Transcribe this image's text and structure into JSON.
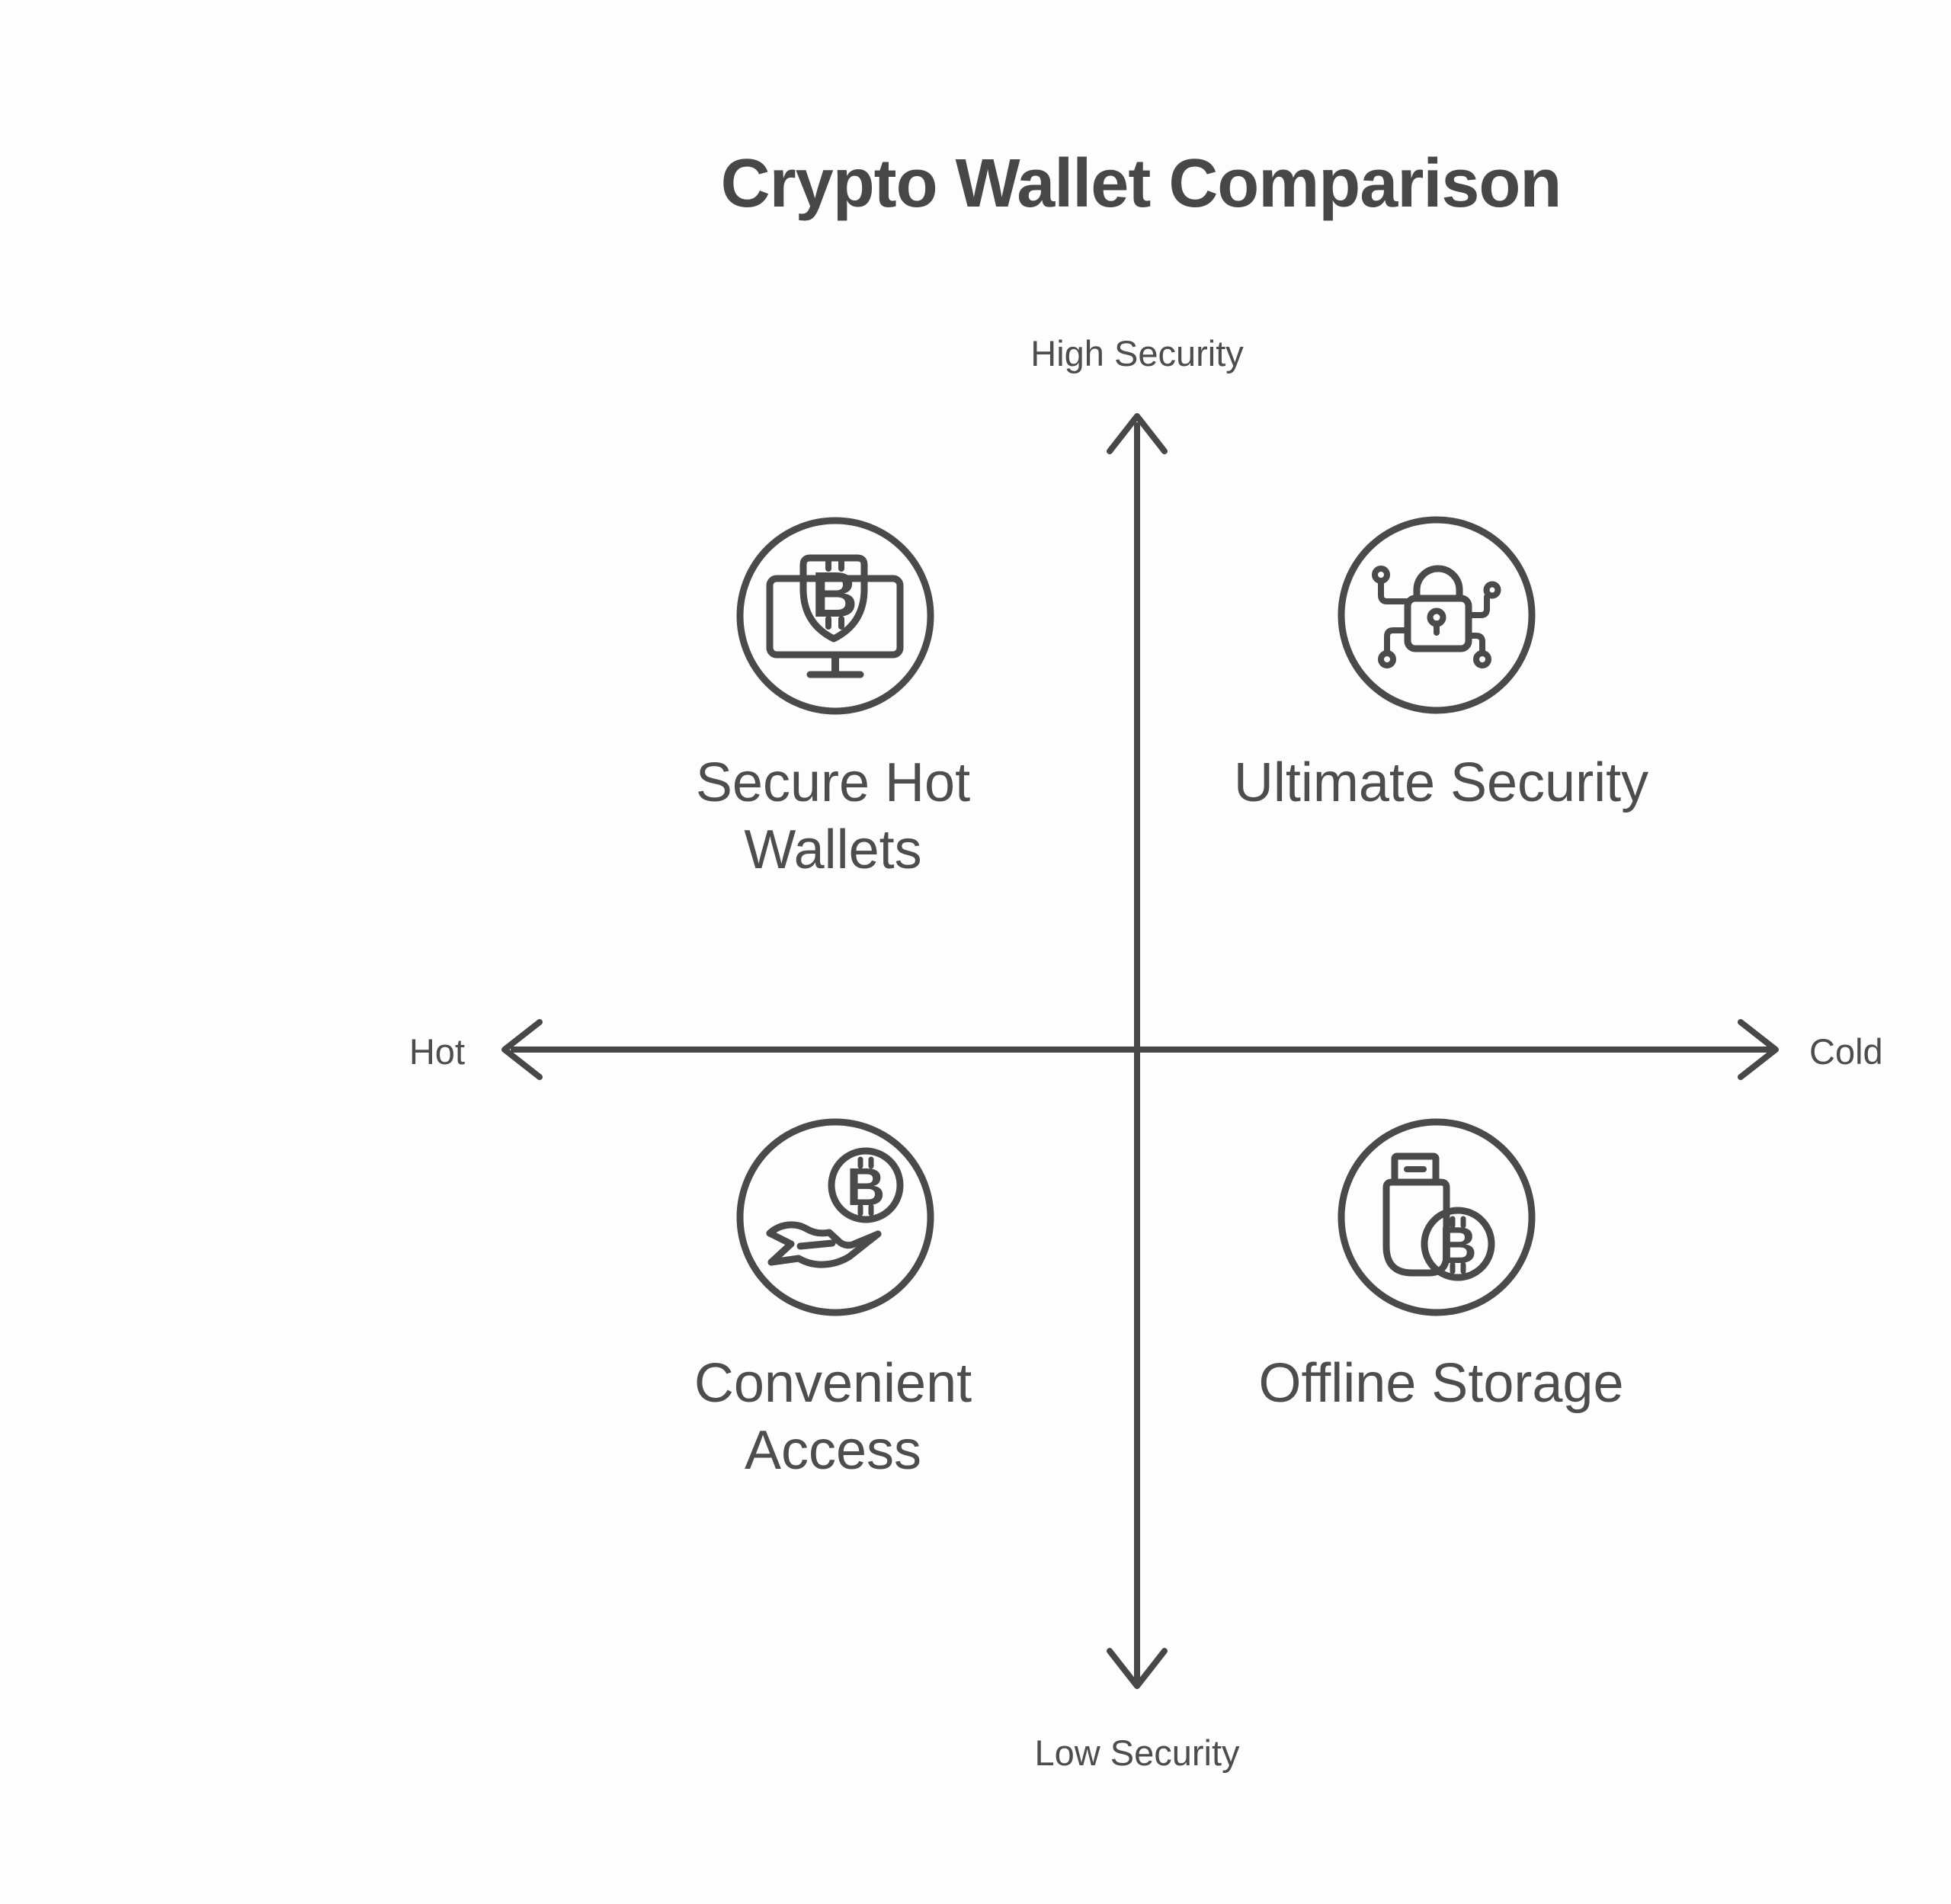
{
  "title": "Crypto Wallet Comparison",
  "axes": {
    "vertical": {
      "top_label": "High Security",
      "bottom_label": "Low Security"
    },
    "horizontal": {
      "left_label": "Hot",
      "right_label": "Cold"
    }
  },
  "quadrants": [
    {
      "position": "top-left",
      "label": "Secure Hot\nWallets",
      "icon": "monitor-shield-bitcoin",
      "color_top": "#7ceaba",
      "color_bottom": "#3fd992"
    },
    {
      "position": "top-right",
      "label": "Ultimate Security",
      "icon": "encrypted-padlock",
      "color_top": "#c3ee90",
      "color_bottom": "#97d73c"
    },
    {
      "position": "bottom-left",
      "label": "Convenient\nAccess",
      "icon": "hand-bitcoin-coin",
      "color_top": "#fcf478",
      "color_bottom": "#f5e10c"
    },
    {
      "position": "bottom-right",
      "label": "Offline Storage",
      "icon": "usb-drive-bitcoin",
      "color_top": "#f9c694",
      "color_bottom": "#ee9239"
    }
  ],
  "bitcoin_glyph": "B",
  "colors": {
    "background": "#fdfdfd",
    "title": "#474747",
    "text": "#4d4d4d",
    "axis": "#474747",
    "icon_stroke": "#4a4a4c"
  }
}
